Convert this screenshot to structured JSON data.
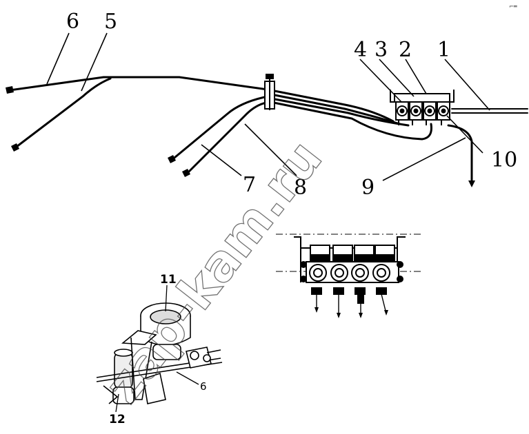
{
  "callouts": {
    "c1": "1",
    "c2": "2",
    "c3": "3",
    "c4": "4",
    "c5": "5",
    "c6": "6",
    "c7": "7",
    "c8": "8",
    "c9": "9",
    "c10": "10",
    "c11": "11",
    "c12": "12",
    "c6_detail": "6"
  },
  "watermark": "zap-kam.ru",
  "corner_mark": "⌐═"
}
